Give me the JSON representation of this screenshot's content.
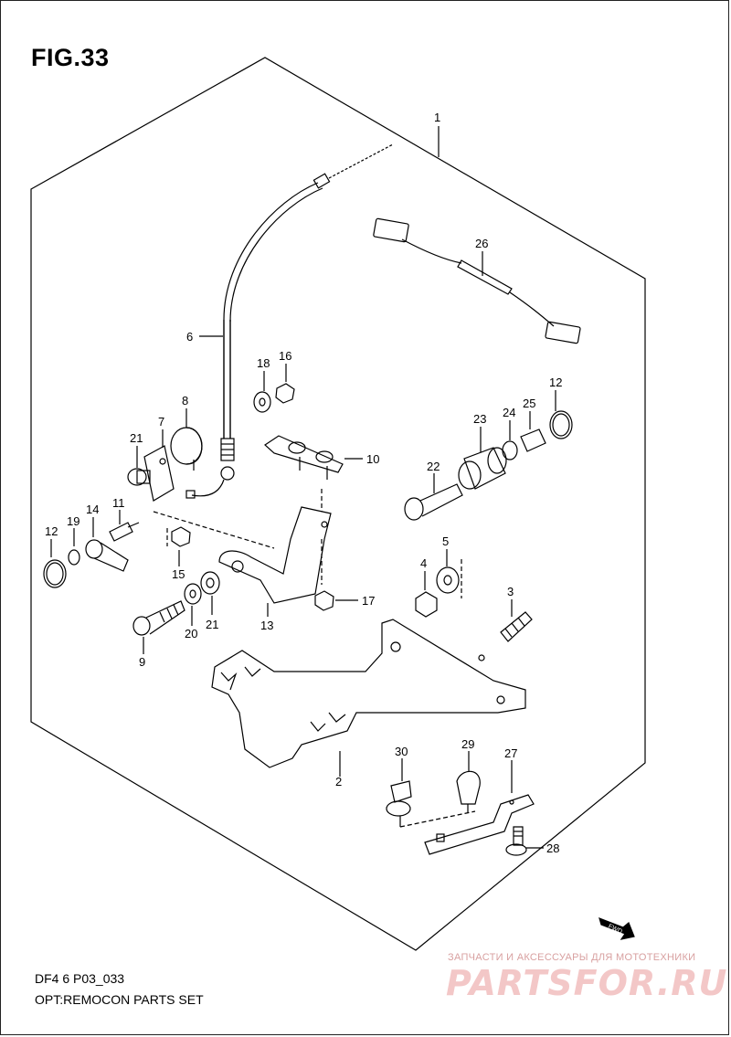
{
  "figure": {
    "title": "FIG.33",
    "model_code": "DF4 6 P03_033",
    "subtitle": "OPT:REMOCON PARTS SET"
  },
  "callouts": {
    "c1": "1",
    "c2": "2",
    "c3": "3",
    "c4": "4",
    "c5": "5",
    "c6": "6",
    "c7": "7",
    "c8": "8",
    "c9": "9",
    "c10": "10",
    "c11": "11",
    "c12a": "12",
    "c12b": "12",
    "c13": "13",
    "c14": "14",
    "c15": "15",
    "c16": "16",
    "c17": "17",
    "c18": "18",
    "c19": "19",
    "c20": "20",
    "c21a": "21",
    "c21b": "21",
    "c22": "22",
    "c23": "23",
    "c24": "24",
    "c25": "25",
    "c26": "26",
    "c27": "27",
    "c28": "28",
    "c29": "29",
    "c30": "30"
  },
  "fwd_marker": {
    "label": "FWD"
  },
  "watermark": {
    "tagline": "ЗАПЧАСТИ И АКСЕССУАРЫ ДЛЯ МОТОТЕХНИКИ",
    "logo": "PARTSFOR.RU"
  }
}
